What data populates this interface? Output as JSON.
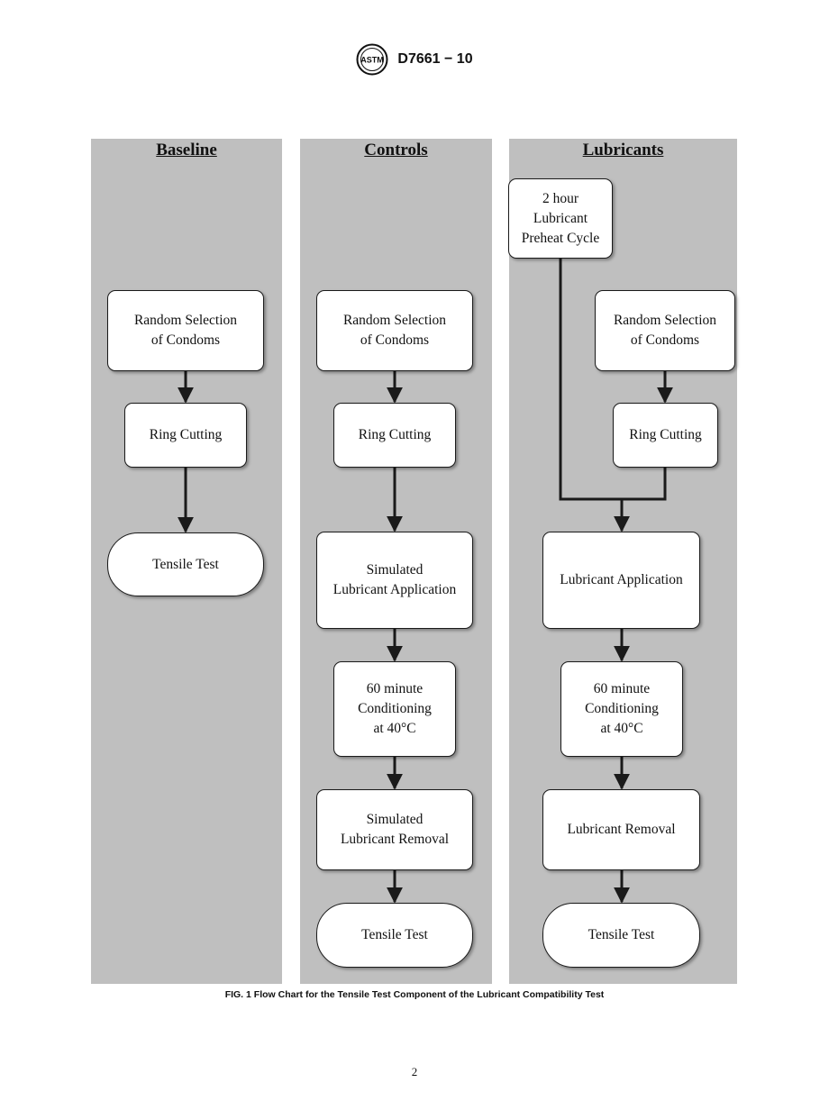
{
  "header": {
    "logo_icon": "astm-logo-icon",
    "logo_text": "ASTM",
    "doc_id": "D7661 − 10"
  },
  "lanes": {
    "baseline": {
      "title": "Baseline",
      "random": "Random Selection\nof Condoms",
      "ring": "Ring Cutting",
      "tensile": "Tensile Test"
    },
    "controls": {
      "title": "Controls",
      "random": "Random Selection\nof Condoms",
      "ring": "Ring Cutting",
      "application": "Simulated\nLubricant Application",
      "conditioning": "60 minute\nConditioning\nat 40°C",
      "removal": "Simulated\nLubricant Removal",
      "tensile": "Tensile Test"
    },
    "lubricants": {
      "title": "Lubricants",
      "preheat": "2 hour\nLubricant\nPreheat Cycle",
      "random": "Random Selection\nof Condoms",
      "ring": "Ring Cutting",
      "application": "Lubricant Application",
      "conditioning": "60 minute\nConditioning\nat 40°C",
      "removal": "Lubricant Removal",
      "tensile": "Tensile Test"
    }
  },
  "caption": "FIG. 1 Flow Chart for the Tensile Test Component of the Lubricant Compatibility Test",
  "page_number": "2",
  "colors": {
    "lane_fill": "#bfbfbf",
    "box_fill": "#ffffff",
    "line": "#1a1a1a"
  }
}
